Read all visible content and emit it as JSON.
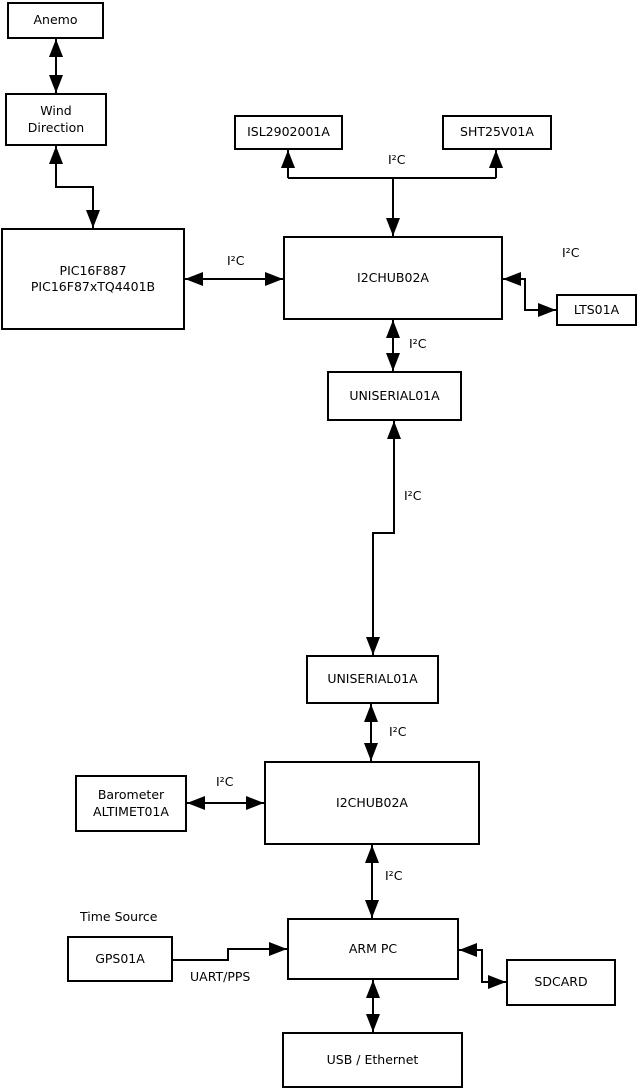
{
  "nodes": {
    "anemo": {
      "label": "Anemo"
    },
    "wind_direction": {
      "line1": "Wind",
      "line2": "Direction"
    },
    "pic": {
      "line1": "PIC16F887",
      "line2": "PIC16F87xTQ4401B"
    },
    "isl": {
      "label": "ISL2902001A"
    },
    "sht": {
      "label": "SHT25V01A"
    },
    "hub1": {
      "label": "I2CHUB02A"
    },
    "lts": {
      "label": "LTS01A"
    },
    "uniserial1": {
      "label": "UNISERIAL01A"
    },
    "uniserial2": {
      "label": "UNISERIAL01A"
    },
    "hub2": {
      "label": "I2CHUB02A"
    },
    "barometer": {
      "line1": "Barometer",
      "line2": "ALTIMET01A"
    },
    "gps": {
      "label": "GPS01A"
    },
    "armpc": {
      "label": "ARM PC"
    },
    "sdcard": {
      "label": "SDCARD"
    },
    "usb": {
      "label": "USB / Ethernet"
    }
  },
  "labels": {
    "time_source": "Time Source",
    "uart_pps": "UART/PPS",
    "i2c_sensors": "I²C",
    "i2c_pic_hub": "I²C",
    "i2c_hub_lts": "I²C",
    "i2c_hub_uniserial": "I²C",
    "i2c_uniserial_link": "I²C",
    "i2c_uniserial_hub2": "I²C",
    "i2c_barometer_hub2": "I²C",
    "i2c_hub2_armpc": "I²C"
  },
  "connections": [
    {
      "from": "Anemo",
      "to": "Wind Direction",
      "arrows": "both",
      "label": ""
    },
    {
      "from": "Wind Direction",
      "to": "PIC16F887 PIC16F87xTQ4401B",
      "arrows": "both",
      "label": ""
    },
    {
      "from": "PIC16F887 PIC16F87xTQ4401B",
      "to": "I2CHUB02A",
      "arrows": "both",
      "label": "I²C"
    },
    {
      "from": "I2CHUB02A",
      "to": "ISL2902001A",
      "arrows": "to",
      "label": "I²C"
    },
    {
      "from": "I2CHUB02A",
      "to": "SHT25V01A",
      "arrows": "to",
      "label": "I²C"
    },
    {
      "from": "I2CHUB02A",
      "to": "LTS01A",
      "arrows": "both",
      "label": "I²C"
    },
    {
      "from": "I2CHUB02A",
      "to": "UNISERIAL01A",
      "arrows": "both",
      "label": "I²C"
    },
    {
      "from": "UNISERIAL01A",
      "to": "UNISERIAL01A",
      "arrows": "both",
      "label": "I²C"
    },
    {
      "from": "UNISERIAL01A",
      "to": "I2CHUB02A",
      "arrows": "both",
      "label": "I²C"
    },
    {
      "from": "Barometer ALTIMET01A",
      "to": "I2CHUB02A",
      "arrows": "both",
      "label": "I²C"
    },
    {
      "from": "I2CHUB02A",
      "to": "ARM PC",
      "arrows": "both",
      "label": "I²C"
    },
    {
      "from": "GPS01A",
      "to": "ARM PC",
      "arrows": "to",
      "label": "UART/PPS"
    },
    {
      "from": "ARM PC",
      "to": "SDCARD",
      "arrows": "both",
      "label": ""
    },
    {
      "from": "ARM PC",
      "to": "USB / Ethernet",
      "arrows": "both",
      "label": ""
    }
  ],
  "colors": {
    "background": "#ffffff",
    "box_fill": "#ffffff",
    "box_border": "#000000",
    "line": "#000000",
    "text": "#000000"
  }
}
